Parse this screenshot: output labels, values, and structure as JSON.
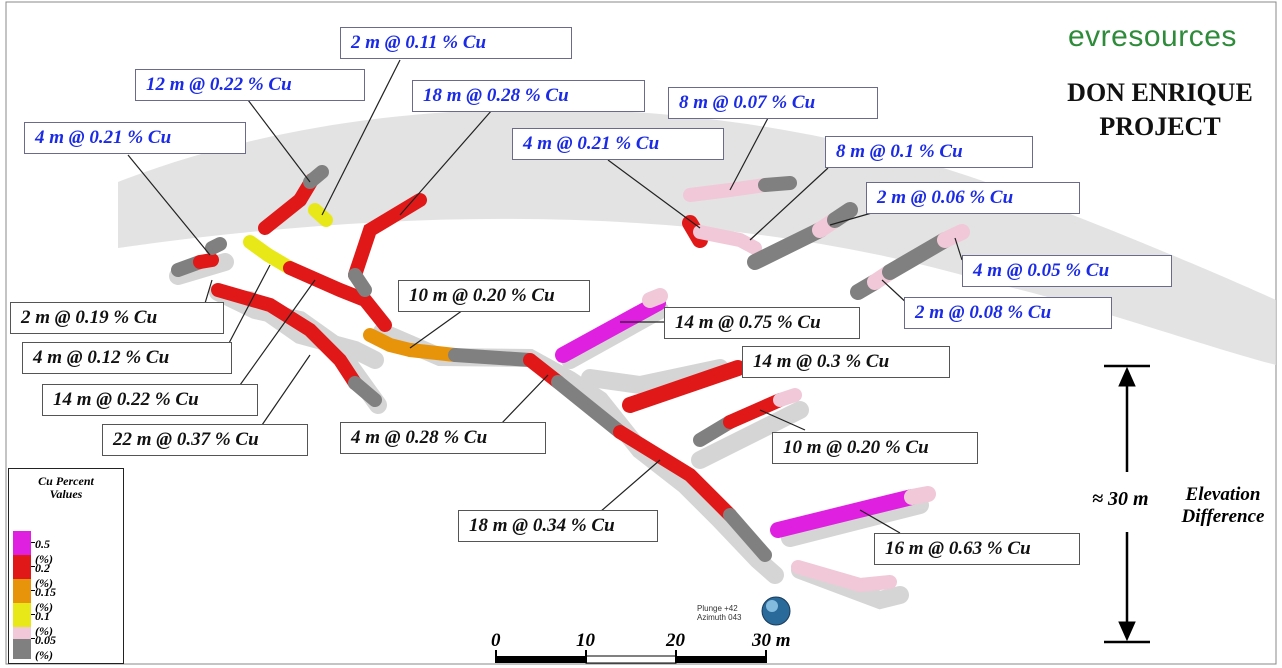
{
  "logo": "evresources",
  "title_line1": "DON ENRIQUE",
  "title_line2": "PROJECT",
  "labels": {
    "l_2_011": "2 m @ 0.11 % Cu",
    "l_12_022": "12 m @ 0.22 % Cu",
    "l_18_028": "18 m @ 0.28 % Cu",
    "l_4_021_left": "4 m @ 0.21 % Cu",
    "l_8_007": "8 m @ 0.07 % Cu",
    "l_4_021_right": "4 m @ 0.21 % Cu",
    "l_8_01": "8 m @ 0.1 % Cu",
    "l_2_006": "2 m @ 0.06 % Cu",
    "l_4_005": "4 m @ 0.05 % Cu",
    "l_2_008": "2 m @ 0.08 % Cu",
    "l_10_020_top": "10 m @ 0.20 % Cu",
    "l_14_075": "14 m @ 0.75 % Cu",
    "l_14_03": "14 m @ 0.3 % Cu",
    "l_2_019": "2 m @ 0.19 % Cu",
    "l_4_012": "4 m @ 0.12 % Cu",
    "l_14_022": "14 m @ 0.22 % Cu",
    "l_22_037": "22 m @ 0.37 % Cu",
    "l_4_028": "4 m @ 0.28 % Cu",
    "l_10_020_bottom": "10 m @ 0.20 % Cu",
    "l_18_034": "18 m @ 0.34 % Cu",
    "l_16_063": "16 m @ 0.63 % Cu"
  },
  "legend": {
    "title_line1": "Cu Percent",
    "title_line2": "Values",
    "items": [
      {
        "label": "0.5 (%)",
        "color": "#e020e0"
      },
      {
        "label": "0.2 (%)",
        "color": "#e01818"
      },
      {
        "label": "0.15 (%)",
        "color": "#e8940a"
      },
      {
        "label": "0.1 (%)",
        "color": "#e8e818"
      },
      {
        "label": "0.05 (%)",
        "color": "#f0c8d8"
      },
      {
        "label": "",
        "color": "#808080"
      }
    ]
  },
  "elevation": {
    "value": "≈ 30 m",
    "label_line1": "Elevation",
    "label_line2": "Difference"
  },
  "orientation": {
    "plunge": "Plunge +42",
    "azimuth": "Azimuth 043"
  },
  "scale_bar": {
    "ticks": [
      "0",
      "10",
      "20",
      "30 m"
    ]
  },
  "colors": {
    "high": "#e020e0",
    "medium_high": "#e01818",
    "medium": "#e8940a",
    "low": "#e8e818",
    "very_low": "#f0c8d8",
    "barren": "#808080",
    "ore_zone": "#dcdcdc"
  }
}
